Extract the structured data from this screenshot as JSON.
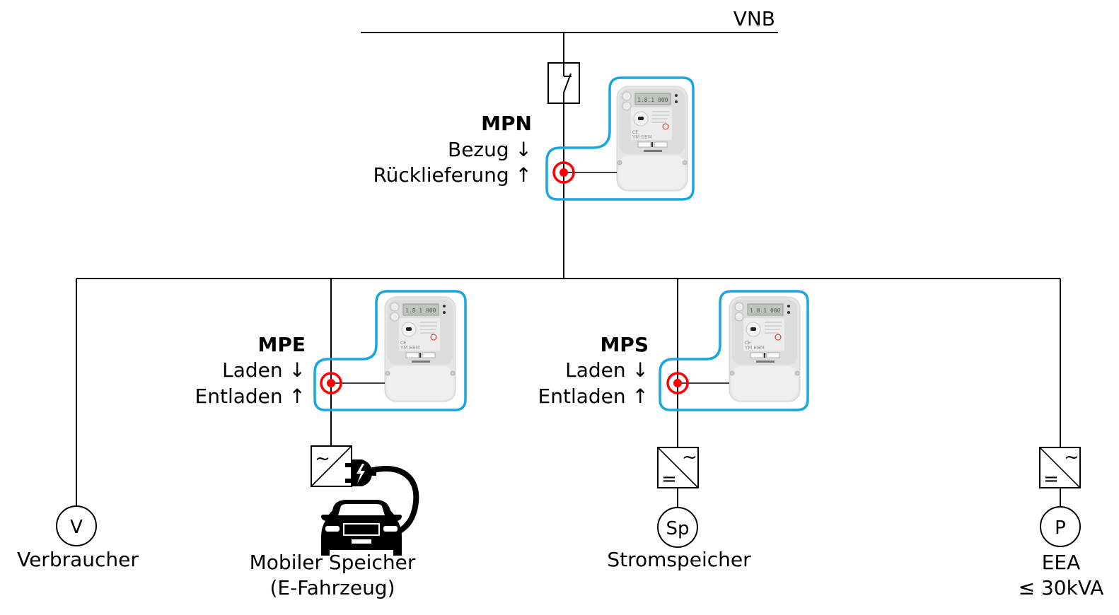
{
  "grid": {
    "label": "VNB",
    "fuse_icon": "disconnect-switch-icon"
  },
  "main_meter": {
    "id": "MPN",
    "line1": "Bezug ↓",
    "line2": "Rücklieferung ↑",
    "icon": "smart-meter-icon",
    "frame_color": "#1aa7e0",
    "point_color": "#ff0000"
  },
  "sub_meters": [
    {
      "id": "MPE",
      "line1": "Laden ↓",
      "line2": "Entladen ↑",
      "icon": "smart-meter-icon"
    },
    {
      "id": "MPS",
      "line1": "Laden ↓",
      "line2": "Entladen ↑",
      "icon": "smart-meter-icon"
    }
  ],
  "loads": [
    {
      "symbol": "V",
      "label": "Verbraucher",
      "icon": "consumer-circle-icon"
    },
    {
      "symbol": "",
      "label": "Mobiler Speicher",
      "label2": "(E-Fahrzeug)",
      "icon": "electric-car-icon",
      "converter": "ac-charger-icon"
    },
    {
      "symbol": "Sp",
      "label": "Stromspeicher",
      "icon": "storage-circle-icon",
      "converter": "inverter-icon"
    },
    {
      "symbol": "P",
      "label": "EEA",
      "label2": "≤ 30kVA",
      "icon": "generator-circle-icon",
      "converter": "inverter-icon"
    }
  ],
  "converter_symbols": {
    "ac": "~",
    "dc": "="
  }
}
